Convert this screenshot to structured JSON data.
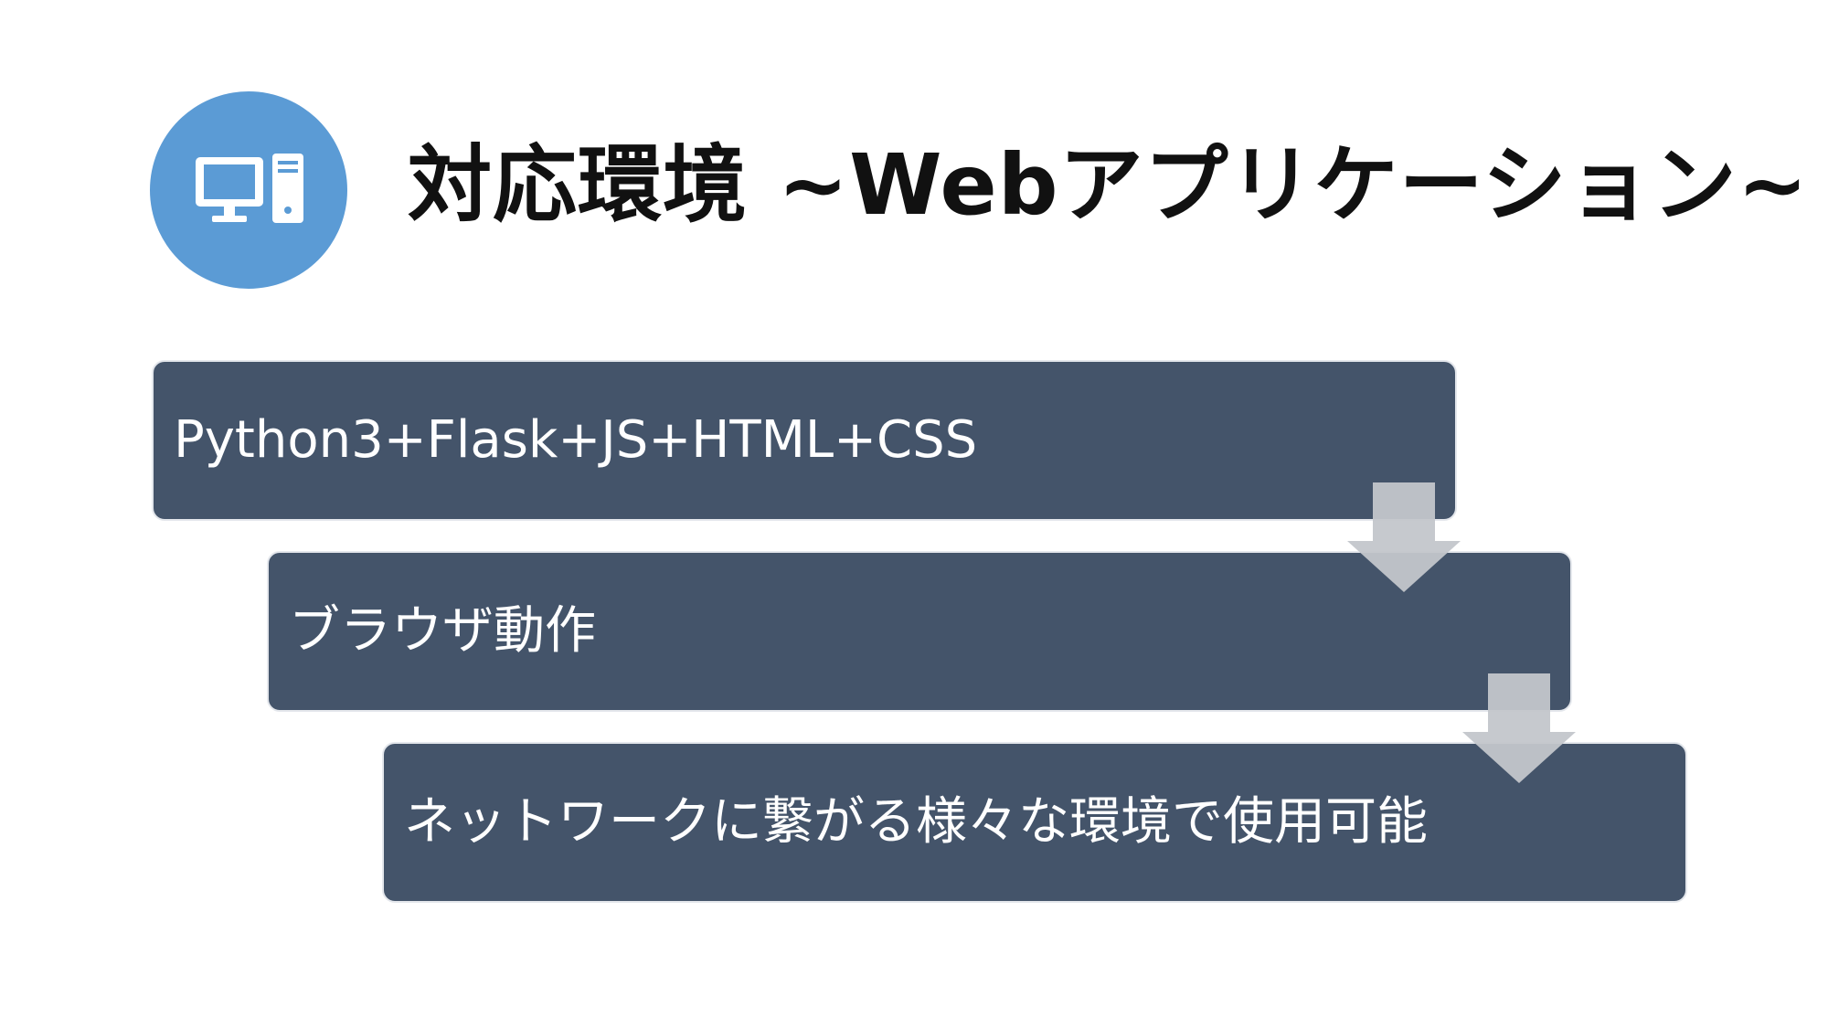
{
  "slide": {
    "title": "対応環境 ~Webアプリケーション~",
    "icon": "desktop-computer-icon"
  },
  "steps": [
    {
      "label": "Python3+Flask+JS+HTML+CSS"
    },
    {
      "label": "ブラウザ動作"
    },
    {
      "label": "ネットワークに繋がる様々な環境で使用可能"
    }
  ],
  "colors": {
    "accent_circle": "#5b9bd5",
    "step_fill": "#44546a",
    "arrow_fill": "#c3c6cb",
    "title_text": "#111111",
    "step_text": "#ffffff"
  }
}
